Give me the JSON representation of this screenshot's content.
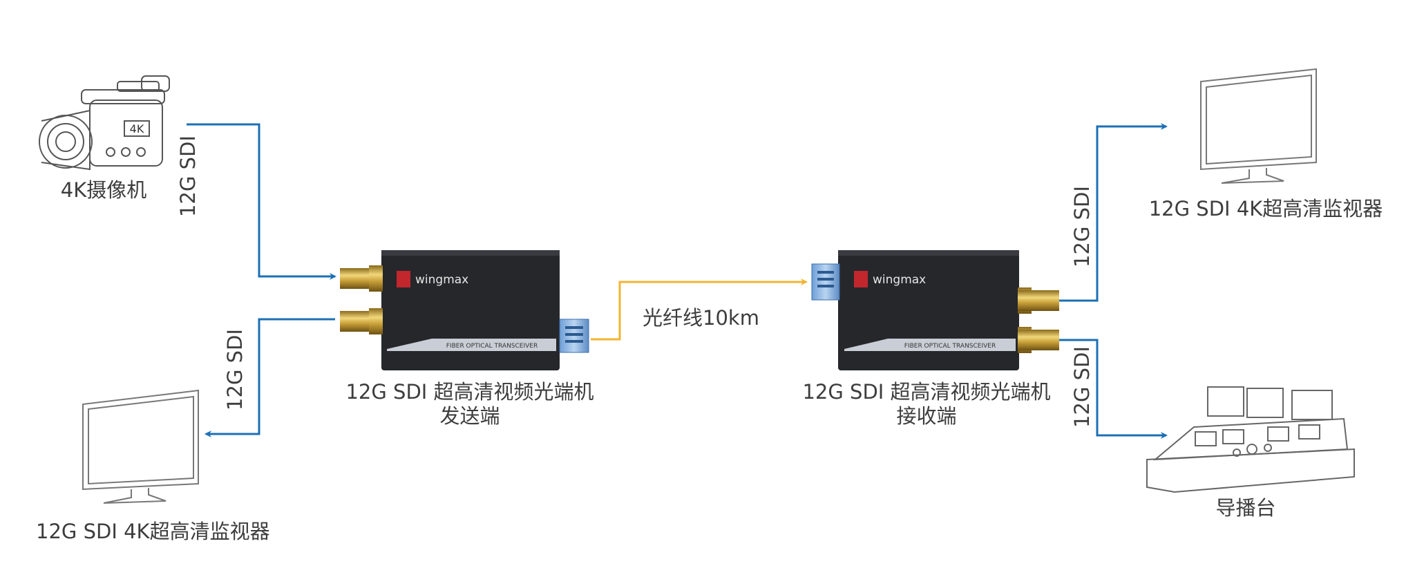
{
  "devices": {
    "camera_label": "4K摄像机",
    "monitor_left_label": "12G SDI 4K超高清监视器",
    "monitor_right_label": "12G SDI 4K超高清监视器",
    "console_label": "导播台",
    "transmitter": {
      "title": "12G SDI 超高清视频光端机",
      "subtitle": "发送端",
      "brand": "wingmax",
      "strip_text": "FIBER OPTICAL TRANSCEIVER"
    },
    "receiver": {
      "title": "12G SDI 超高清视频光端机",
      "subtitle": "接收端",
      "brand": "wingmax",
      "strip_text": "FIBER OPTICAL TRANSCEIVER"
    },
    "camera_badge": "4K"
  },
  "links": {
    "camera_to_tx": "12G SDI",
    "tx_to_monitor": "12G SDI",
    "rx_to_monitor": "12G SDI",
    "rx_to_console": "12G SDI",
    "fiber": "光纤线10km"
  },
  "colors": {
    "sdi_arrow": "#1b6fb5",
    "fiber_arrow": "#f2b531",
    "device_body": "#26272b",
    "bnc_gold": "#c9a13a"
  }
}
